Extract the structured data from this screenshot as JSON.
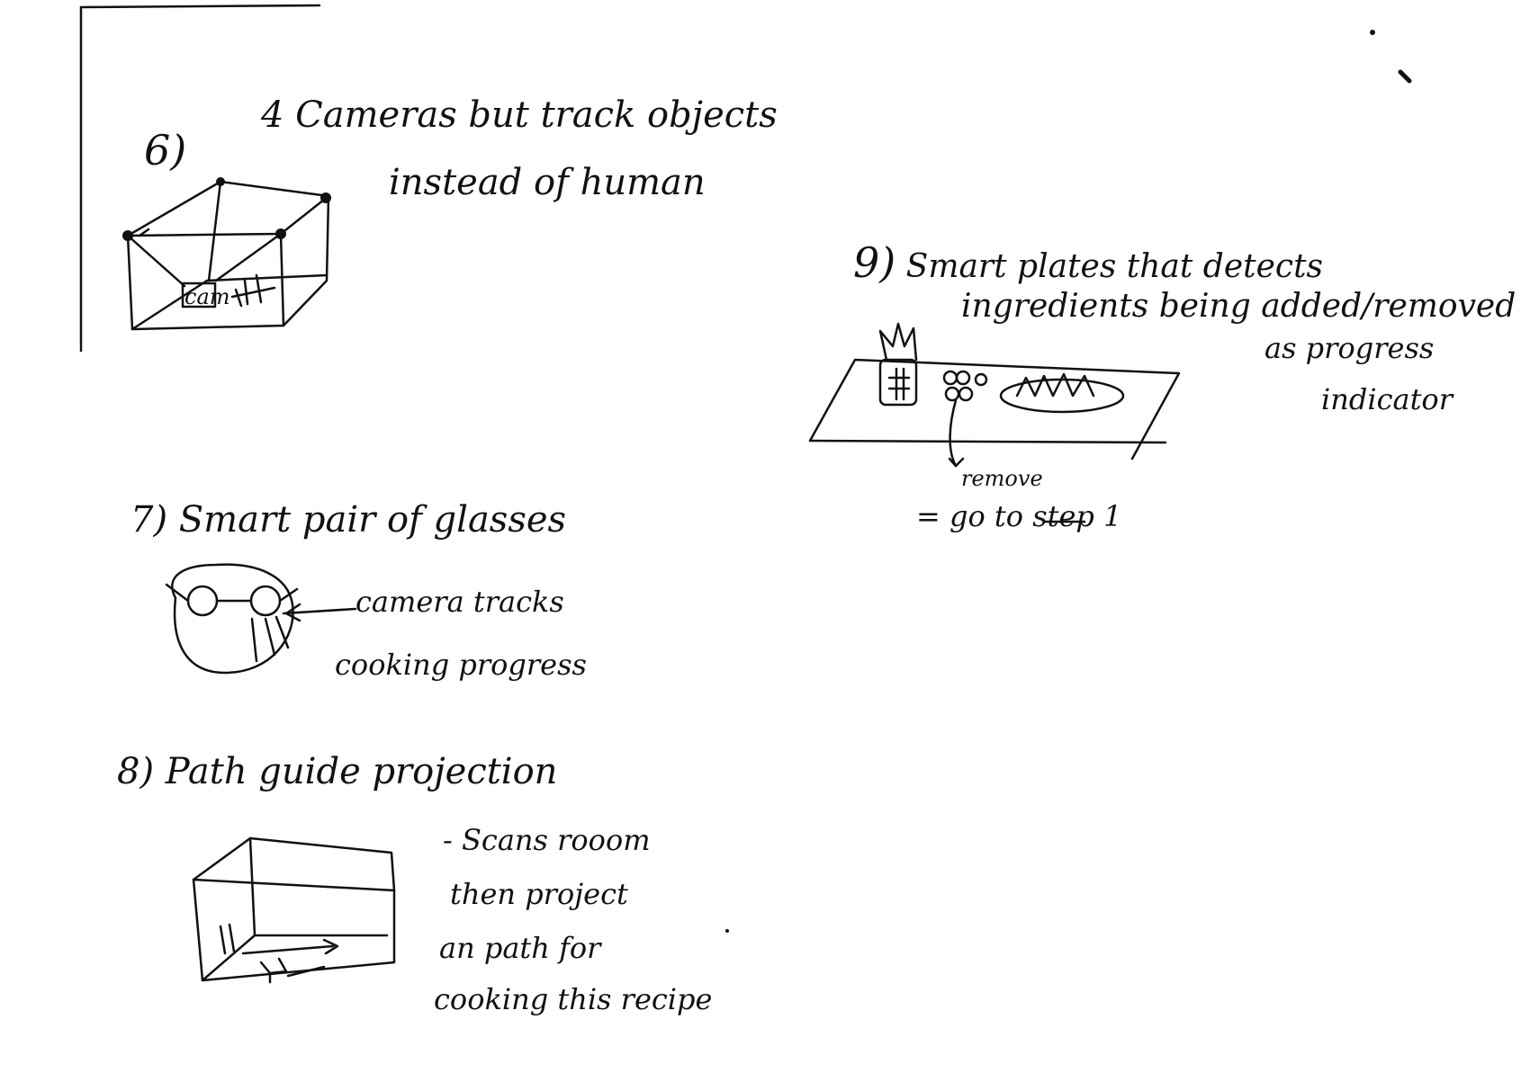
{
  "ideas": {
    "idea6": {
      "number": "6)",
      "line1": "4 Cameras but track objects",
      "line2": "instead of human",
      "box_label": "cam"
    },
    "idea7": {
      "number": "7)",
      "title": "Smart pair of glasses",
      "annotation_line1": "camera tracks",
      "annotation_line2": "cooking progress"
    },
    "idea8": {
      "number": "8)",
      "title": "Path guide projection",
      "note_line1": "- Scans rooom",
      "note_line2": "then project",
      "note_line3": "an path for",
      "note_line4": "cooking this recipe"
    },
    "idea9": {
      "number": "9)",
      "line1": "Smart plates that detects",
      "line2": "ingredients being added/removed",
      "line3": "as progress",
      "line4": "indicator",
      "remove_label": "remove",
      "goto_label": "= go to step 1"
    }
  }
}
